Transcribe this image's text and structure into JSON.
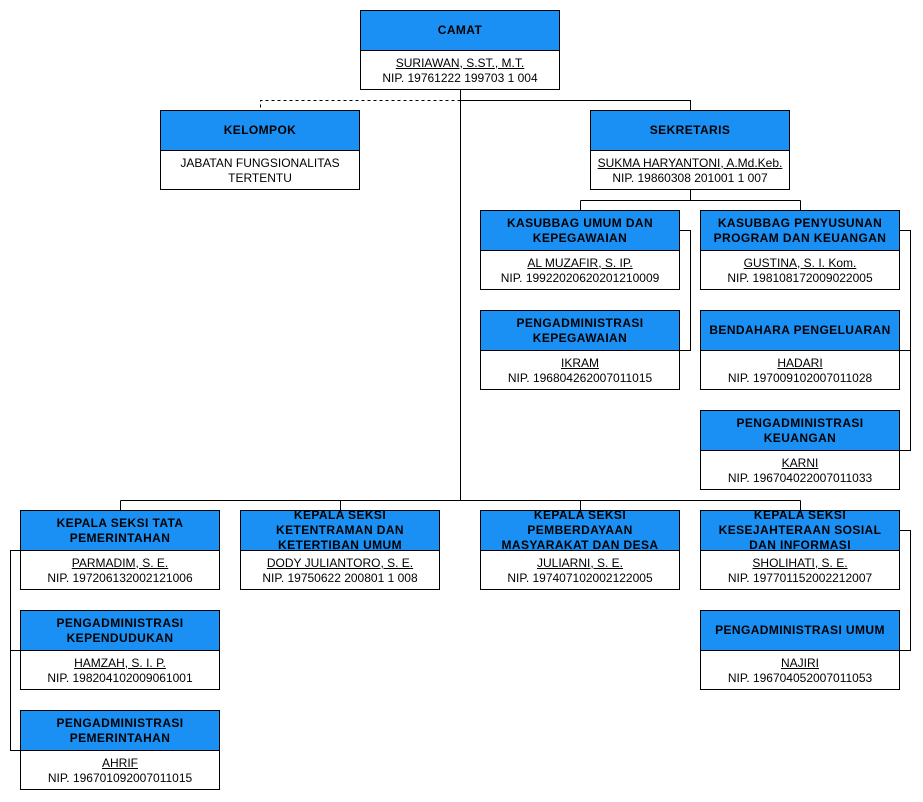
{
  "colors": {
    "header_fill": "#1a90f5",
    "border": "#000000",
    "line": "#000000"
  },
  "nodes": {
    "camat": {
      "title": "CAMAT",
      "name": "SURIAWAN, S.ST., M.T.",
      "nip": "NIP. 19761222 199703 1 004"
    },
    "kelompok": {
      "title": "KELOMPOK",
      "desc": "JABATAN FUNGSIONALITAS TERTENTU"
    },
    "sekretaris": {
      "title": "SEKRETARIS",
      "name": "SUKMA HARYANTONI, A.Md.Keb.",
      "nip": "NIP. 19860308 201001 1 007"
    },
    "kasubbag_umum": {
      "title": "KASUBBAG UMUM DAN KEPEGAWAIAN",
      "name": "AL MUZAFIR, S. IP.",
      "nip": "NIP. 19922020620201210009"
    },
    "kasubbag_program": {
      "title": "KASUBBAG PENYUSUNAN PROGRAM DAN KEUANGAN",
      "name": "GUSTINA, S. I. Kom.",
      "nip": "NIP. 198108172009022005"
    },
    "pengadm_kepegawaian": {
      "title": "PENGADMINISTRASI KEPEGAWAIAN",
      "name": "IKRAM",
      "nip": "NIP. 196804262007011015"
    },
    "bendahara": {
      "title": "BENDAHARA PENGELUARAN",
      "name": "HADARI",
      "nip": "NIP. 197009102007011028"
    },
    "pengadm_keuangan": {
      "title": "PENGADMINISTRASI KEUANGAN",
      "name": "KARNI",
      "nip": "NIP. 196704022007011033"
    },
    "kasi_pemerintahan": {
      "title": "KEPALA SEKSI TATA PEMERINTAHAN",
      "name": "PARMADIM, S. E.",
      "nip": "NIP. 197206132002121006"
    },
    "kasi_trantib": {
      "title": "KEPALA SEKSI KETENTRAMAN DAN KETERTIBAN UMUM",
      "name": "DODY JULIANTORO, S. E.",
      "nip": "NIP. 19750622 200801 1 008"
    },
    "kasi_pmd": {
      "title": "KEPALA SEKSI PEMBERDAYAAN MASYARAKAT DAN DESA",
      "name": "JULIARNI, S. E.",
      "nip": "NIP. 197407102002122005"
    },
    "kasi_kesos": {
      "title": "KEPALA SEKSI KESEJAHTERAAN SOSIAL DAN INFORMASI",
      "name": "SHOLIHATI, S. E.",
      "nip": "NIP. 197701152002212007"
    },
    "pengadm_kependudukan": {
      "title": "PENGADMINISTRASI KEPENDUDUKAN",
      "name": "HAMZAH, S. I. P.",
      "nip": "NIP. 198204102009061001"
    },
    "pengadm_umum": {
      "title": "PENGADMINISTRASI UMUM",
      "name": "NAJIRI",
      "nip": "NIP. 196704052007011053"
    },
    "pengadm_pemerintahan": {
      "title": "PENGADMINISTRASI PEMERINTAHAN",
      "name": "AHRIF",
      "nip": "NIP. 196701092007011015"
    }
  }
}
